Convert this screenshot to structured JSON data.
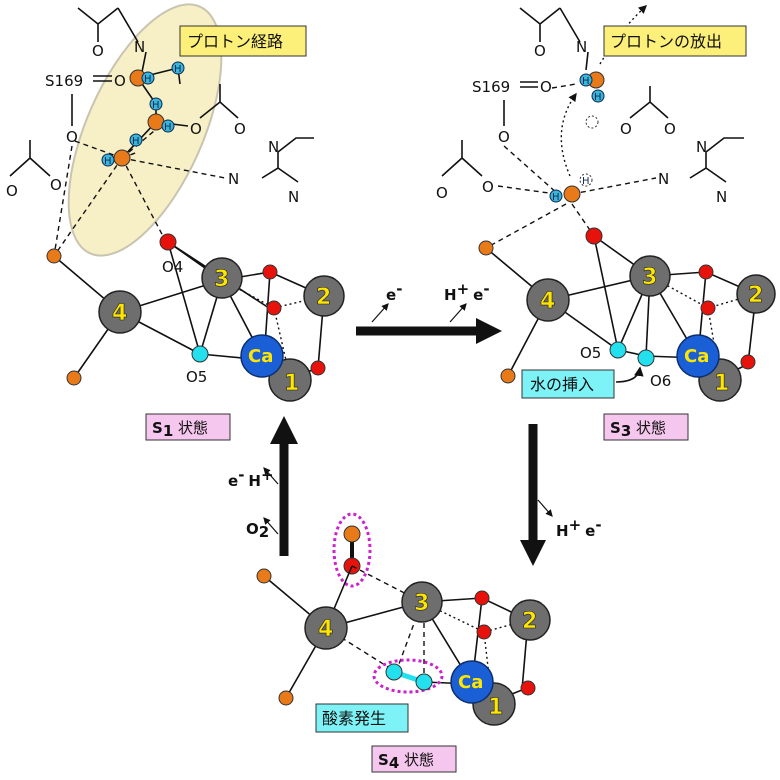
{
  "labels": {
    "proton_path": "プロトン経路",
    "proton_release": "プロトンの放出",
    "water_insertion": "水の挿入",
    "oxygen_evolution": "酸素発生",
    "s169": "S169",
    "o4": "O4",
    "o5": "O5",
    "o5_s3": "O5",
    "o6": "O6",
    "n": "N",
    "o": "O",
    "h": "H",
    "ca": "Ca",
    "mn1": "1",
    "mn2": "2",
    "mn3": "3",
    "mn4": "4"
  },
  "states": {
    "s1": {
      "prefix": "S",
      "sub": "1",
      "suffix": " 状態"
    },
    "s3": {
      "prefix": "S",
      "sub": "3",
      "suffix": " 状態"
    },
    "s4": {
      "prefix": "S",
      "sub": "4",
      "suffix": " 状態"
    }
  },
  "transitions": {
    "s1_to_s3": {
      "electron1": "e",
      "electron1_sup": "-",
      "proton": "H",
      "proton_sup": "+",
      "electron2": "e",
      "electron2_sup": "-"
    },
    "s3_to_s4": {
      "proton": "H",
      "proton_sup": "+",
      "electron": "e",
      "electron_sup": "-"
    },
    "s4_to_s1": {
      "electron": "e",
      "electron_sup": "-",
      "proton": "H",
      "proton_sup": "+",
      "oxygen": "O",
      "oxygen_sub": "2"
    }
  },
  "colors": {
    "mn": "#6e6e6e",
    "ca": "#1a5fd6",
    "oxygen": "#e8120c",
    "water_oxygen": "#e87a1a",
    "hydrogen": "#3bb4d8",
    "cyan_oxygen": "#22e0ee",
    "proton_path_fill": "#f7f0c6",
    "label_yellow": "#fdf07a",
    "label_cyan": "#7df3f7",
    "state_pink": "#f6c7ee",
    "dotted_magenta": "#cc22cc"
  }
}
